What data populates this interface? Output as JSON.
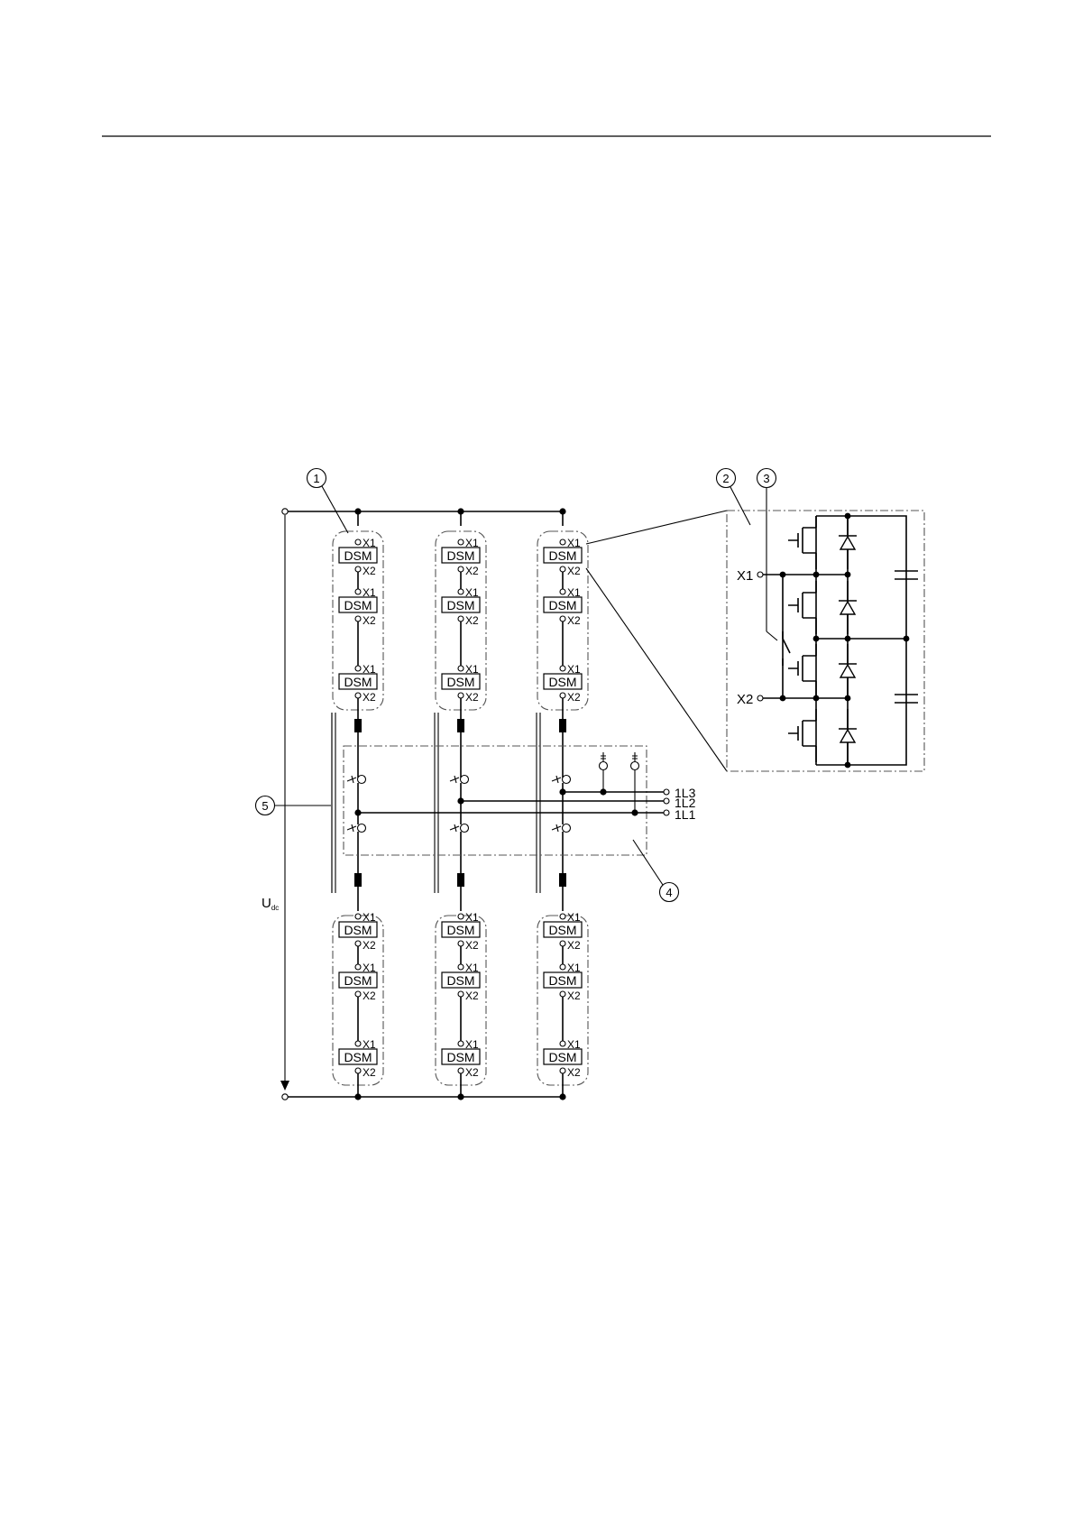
{
  "figure": {
    "module_label": "DSM",
    "terminal_in": "X1",
    "terminal_out": "X2",
    "dc_voltage_label": "U",
    "dc_voltage_subscript": "dc",
    "phase_outputs": [
      "1L3",
      "1L2",
      "1L1"
    ],
    "detail_terminals": [
      "X1",
      "X2"
    ],
    "callouts": [
      "1",
      "2",
      "3",
      "4",
      "5"
    ]
  }
}
